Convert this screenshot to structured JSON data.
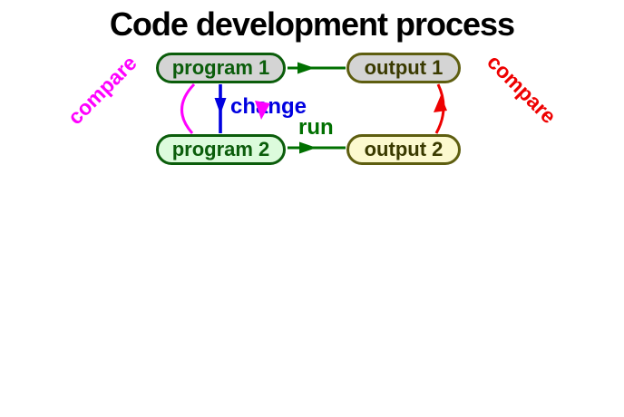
{
  "title": "Code development process",
  "nodes": {
    "program1": {
      "label": "program 1"
    },
    "output1": {
      "label": "output 1"
    },
    "program2": {
      "label": "program 2"
    },
    "output2": {
      "label": "output 2"
    }
  },
  "labels": {
    "run": "run",
    "change": "change",
    "compare_left": "compare",
    "compare_right": "compare"
  },
  "colors": {
    "background": "#ffffff",
    "title": "#000000",
    "program_border": "#0b5d0b",
    "program_text": "#0b5d0b",
    "program1_fill": "#d4d4d4",
    "program2_fill": "#dcfbdc",
    "output_border": "#5e5e10",
    "output_text": "#3a3a00",
    "output1_fill": "#d4d4d4",
    "output2_fill": "#fcf9cf",
    "run_arrow": "#007000",
    "change_arrow": "#0000e0",
    "compare_left_arc": "#ff00ff",
    "compare_right_arc": "#ee0000"
  }
}
